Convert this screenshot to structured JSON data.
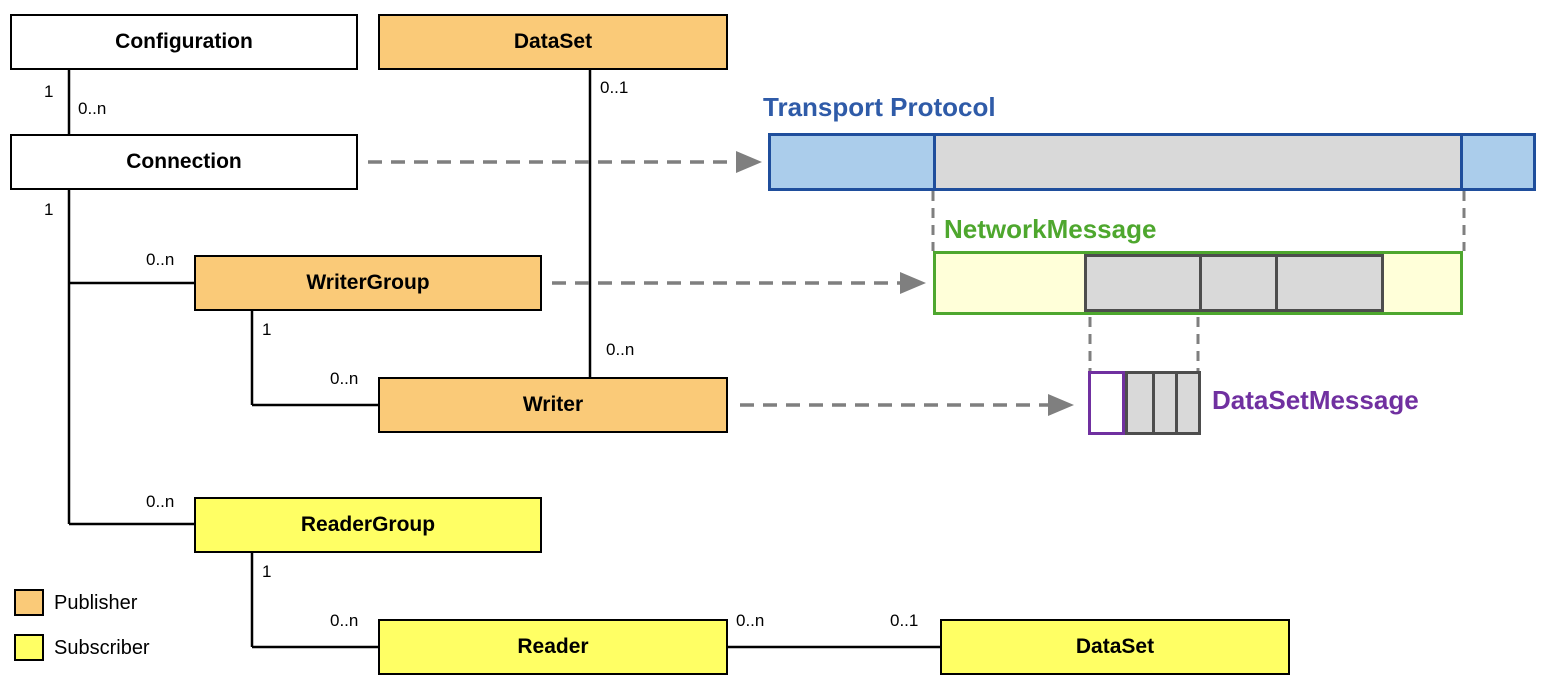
{
  "diagram": {
    "boxes": {
      "configuration": "Configuration",
      "dataset_top": "DataSet",
      "connection": "Connection",
      "writer_group": "WriterGroup",
      "writer": "Writer",
      "reader_group": "ReaderGroup",
      "reader": "Reader",
      "dataset_bottom": "DataSet"
    },
    "multiplicities": {
      "config_conn_one": "1",
      "config_conn_many": "0..n",
      "conn_groups_one": "1",
      "conn_writergroup_many": "0..n",
      "writergroup_writer_one": "1",
      "writergroup_writer_many": "0..n",
      "dataset_writer_optional": "0..1",
      "dataset_writer_many": "0..n",
      "conn_readergroup_many": "0..n",
      "readergroup_reader_one": "1",
      "readergroup_reader_many": "0..n",
      "reader_dataset_many": "0..n",
      "reader_dataset_optional": "0..1"
    },
    "message_labels": {
      "transport_protocol": "Transport Protocol",
      "network_message": "NetworkMessage",
      "dataset_message": "DataSetMessage"
    },
    "legend": {
      "publisher": "Publisher",
      "subscriber": "Subscriber"
    },
    "colors": {
      "publisher_fill": "#FACA78",
      "subscriber_fill": "#FFFF64",
      "transport_fill": "#ABCDEB",
      "transport_border": "#1F4E9C",
      "network_fill": "#FFFFD9",
      "network_border": "#4EA72E",
      "dataset_message_border": "#7030A0",
      "payload_fill": "#D9D9D9",
      "arrow_gray": "#7F7F7F"
    }
  }
}
